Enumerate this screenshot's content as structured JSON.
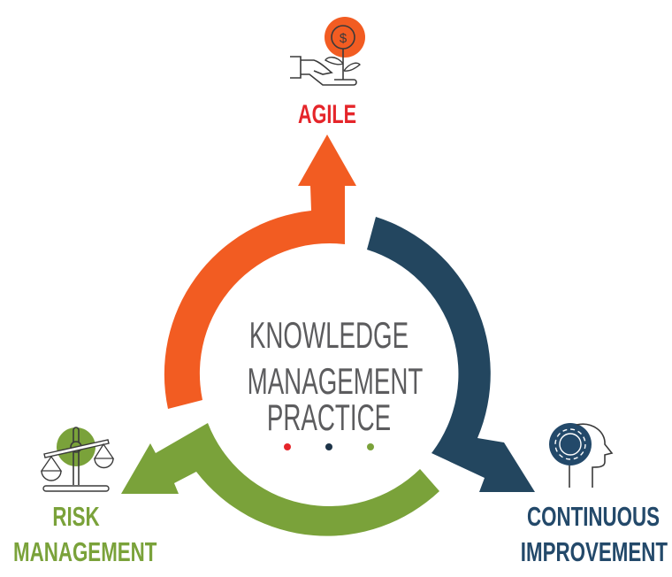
{
  "center": {
    "lines": [
      "KNOWLEDGE",
      "MANAGEMENT",
      "PRACTICE"
    ],
    "color": "#5c5c5e",
    "dots": [
      {
        "name": "red-dot",
        "color": "#e5252a"
      },
      {
        "name": "navy-dot",
        "color": "#1d3448"
      },
      {
        "name": "green-dot",
        "color": "#7aa23a"
      }
    ]
  },
  "stages": [
    {
      "id": "agile",
      "lines": [
        "AGILE"
      ],
      "color": "#e5252a",
      "arrow_color": "#f25c22",
      "icon": "hand-plant-dollar-icon"
    },
    {
      "id": "continuous-improvement",
      "lines": [
        "CONTINUOUS",
        "IMPROVEMENT"
      ],
      "color": "#23496a",
      "arrow_color": "#23465f",
      "icon": "head-gear-icon"
    },
    {
      "id": "risk-management",
      "lines": [
        "RISK",
        "MANAGEMENT"
      ],
      "color": "#7aa23a",
      "arrow_color": "#7aa23a",
      "icon": "balance-scale-icon"
    }
  ]
}
